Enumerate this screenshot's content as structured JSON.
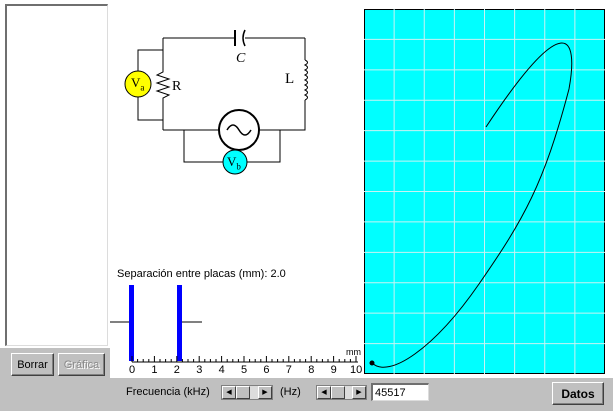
{
  "left_panel": {
    "borrar_label": "Borrar",
    "grafica_label": "Gráfica"
  },
  "circuit": {
    "capacitor_label": "C",
    "inductor_label": "L",
    "resistor_label": "R",
    "va_label": "V",
    "va_sub": "a",
    "vb_label": "V",
    "vb_sub": "b",
    "va_color": "#ffff00",
    "vb_color": "#00ffff"
  },
  "separation": {
    "label": "Separación entre placas (mm): 2.0",
    "value_mm": 2.0,
    "unit": "mm",
    "ticks": [
      "0",
      "1",
      "2",
      "3",
      "4",
      "5",
      "6",
      "7",
      "8",
      "9",
      "10"
    ],
    "plate_color": "#0000ff"
  },
  "plot": {
    "background": "#00ffff",
    "grid_color": "#bfeff0"
  },
  "bottom_bar": {
    "frecuencia_label": "Frecuencia (kHz)",
    "hz_label": "(Hz)",
    "frequency_value": "45517",
    "datos_label": "Datos"
  }
}
